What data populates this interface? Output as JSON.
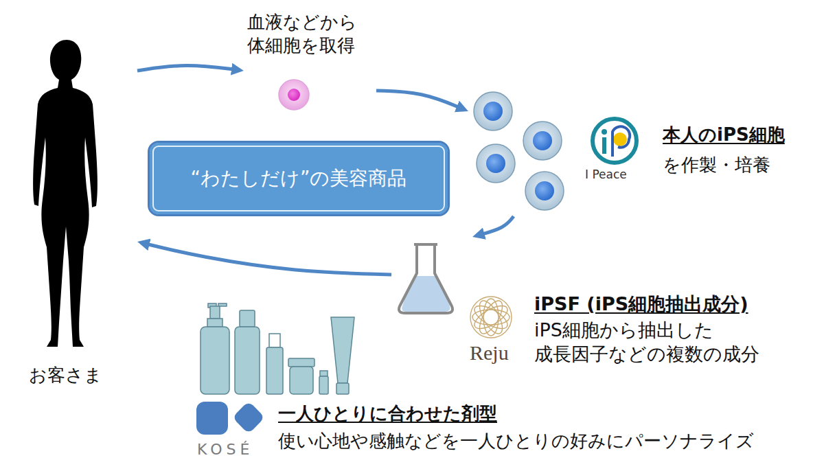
{
  "diagram": {
    "nodes": [
      {
        "text": [
          "お客さま"
        ]
      },
      {
        "text": [
          "血液などから 体細胞を取得"
        ]
      },
      {
        "text": [
          "本人のiPS細胞",
          "を作製・培養"
        ]
      },
      {
        "text": [
          "iPSF (iPS細胞抽出成分)",
          "iPS細胞から抽出した 成長因子などの複数の成分"
        ]
      },
      {
        "text": [
          "一人ひとりに合わせた剤型",
          "使い心地や感触などを一人ひとりの好みにパーソナライズ"
        ]
      },
      {
        "text": [
          "“わたしだけ”の美容商品"
        ]
      }
    ],
    "edges": [
      {
        "from": 0,
        "to": 1,
        "arrow": "to"
      },
      {
        "from": 1,
        "to": 2,
        "arrow": "to"
      },
      {
        "from": 2,
        "to": 3,
        "arrow": "to"
      },
      {
        "from": 3,
        "to": 0,
        "arrow": "to"
      }
    ],
    "labels": [
      "I Peace",
      "Reju",
      "KOSÉ"
    ]
  }
}
